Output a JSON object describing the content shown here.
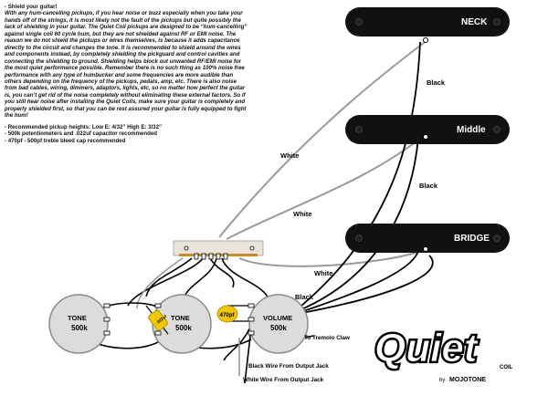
{
  "notes": {
    "heading": "- Shield your guitar!",
    "paragraph": "With any hum-cancelling pickups, if you hear noise or buzz especially when you take your hands off of the strings, it is most likely not the fault of the pickups but quite possibly the lack of shielding in your guitar. The Quiet Coil pickups are designed to be “hum-cancelling” against single coil 60 cycle hum, but they are not shielded against RF or EMI noise. The reason we do not shield the pickups or wires themselves, is because it adds capacitance directly to the circuit and changes the tone. It is recommended to shield around the wires and components instead, by completely shielding the pickguard and control cavities and connecting the shielding to ground. Shielding helps block out unwanted RF/EMI noise for the most quiet performance possible. Remember there is no such thing as 100% noise free performance with any type of humbucker and some frequencies are more audible than others depending on the frequency of the pickups, pedals, amp, etc. There is also noise from bad cables, wiring, dimmers, adaptors, lights, etc, so no matter how perfect the guitar is, you can’t get rid of the noise completely without eliminating these external factors. So if you still hear noise after installing the Quiet Coils, make sure your guitar is completely and properly shielded first, so that you can be rest assured your guitar is fully equipped to fight the hum!",
    "bullets": [
      "- Recommended pickup heights: Low E: 4/32”  High E: 3/32”",
      "- 500k potentiometers and .022uf capacitor recommended",
      "- 470pf - 500pf treble bleed cap recommended"
    ]
  },
  "pickups": {
    "neck": "NECK",
    "middle": "Middle",
    "bridge": "BRIDGE"
  },
  "wires": {
    "black_neck": "Black",
    "black_middle": "Black",
    "white_neck": "White",
    "white_middle": "White",
    "white_bridge": "White",
    "black_volume": "Black"
  },
  "pots": {
    "tone1": {
      "name": "TONE",
      "value": "500k"
    },
    "tone2": {
      "name": "TONE",
      "value": "500k"
    },
    "volume": {
      "name": "VOLUME",
      "value": "500k"
    }
  },
  "caps": {
    "treble_bleed": "470pf",
    "tone_cap": ".022uf"
  },
  "connections": {
    "tremolo": "To Tremolo Claw",
    "black_jack": "Black Wire From Output Jack",
    "white_jack": "White Wire From Output Jack"
  },
  "logo": {
    "word": "Quiet",
    "sub": "COIL",
    "by": "by",
    "brand": "MOJOTONE"
  },
  "colors": {
    "pickup": "#111111",
    "pot_body": "#dcdcdc",
    "pot_ring": "#8a8a8a",
    "white_wire": "#9a9a9a",
    "black_wire": "#000000",
    "cap_yellow": "#f3c600",
    "switch_body": "#e8e4dc"
  }
}
